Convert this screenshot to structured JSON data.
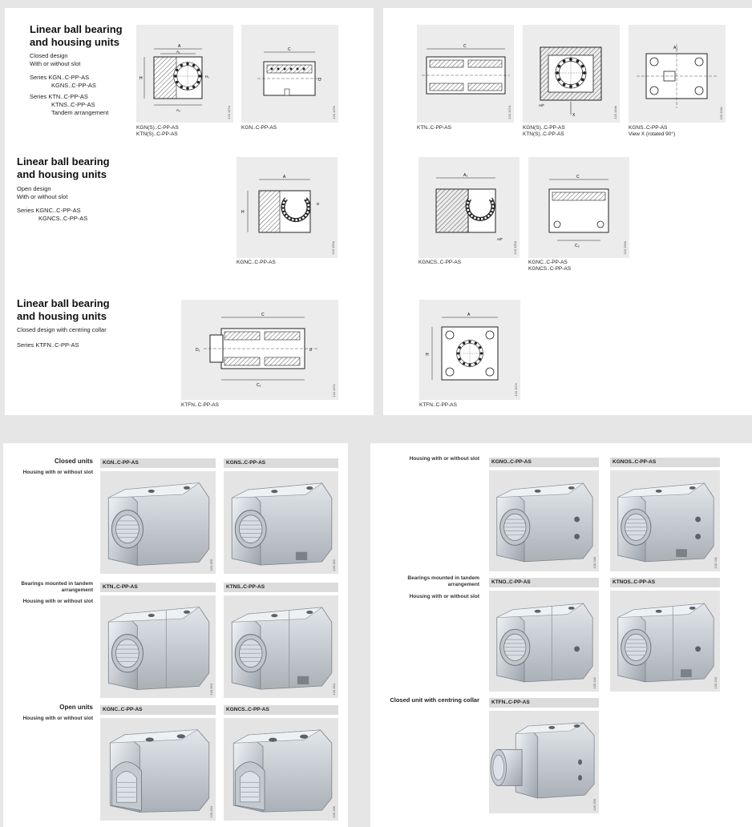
{
  "catalog_top_left": {
    "section1": {
      "title_line1": "Linear ball bearing",
      "title_line2": "and housing units",
      "desc_line1": "Closed design",
      "desc_line2": "With or without slot",
      "series_line1": "Series  KGN..C-PP-AS",
      "series_line2": "KGNS..C-PP-AS",
      "series_line3": "Series  KTN..C-PP-AS",
      "series_line4": "KTNS..C-PP-AS",
      "series_line5": "Tandem arrangement",
      "fig1_caption_line1": "KGN(S)..C-PP-AS",
      "fig1_caption_line2": "KTN(S)..C-PP-AS",
      "fig2_caption": "KGN..C-PP-AS",
      "fig1_id": "120 157a",
      "fig2_id": "120 157b"
    },
    "section2": {
      "title_line1": "Linear ball bearing",
      "title_line2": "and housing units",
      "desc_line1": "Open design",
      "desc_line2": "With or without slot",
      "series_line1": "Series  KGNC..C-PP-AS",
      "series_line2": "KGNCS..C-PP-AS",
      "fig_caption": "KGNC..C-PP-AS",
      "fig_id": "120 155a"
    },
    "section3": {
      "title_line1": "Linear ball bearing",
      "title_line2": "and housing units",
      "desc_line1": "Closed design with centring collar",
      "series_line1": "Series  KTFN..C-PP-AS",
      "fig_caption": "KTFN..C-PP-AS",
      "fig_id": "120 157c"
    }
  },
  "catalog_top_right": {
    "fig1_caption": "KTN..C-PP-AS",
    "fig2_caption_line1": "KGN(S)..C-PP-AS",
    "fig2_caption_line2": "KTN(S)..C-PP-AS",
    "fig3_caption_line1": "KGNS..C-PP-AS",
    "fig3_caption_line2": "View X (rotated 90°)",
    "fig4_caption": "KGNCS..C-PP-AS",
    "fig5_caption_line1": "KGNC..C-PP-AS",
    "fig5_caption_line2": "KGNCS..C-PP-AS",
    "fig6_caption": "KTFN..C-PP-AS",
    "ids": [
      "120 157d",
      "120 154b",
      "120 156c",
      "120 155d",
      "120 155b",
      "120 157e"
    ]
  },
  "catalog_bottom_left": {
    "group1_title": "Closed units",
    "group1_sub": "Housing with or without slot",
    "group2_title_line1": "Bearings mounted in tandem",
    "group2_title_line2": "arrangement",
    "group2_sub": "Housing with or without slot",
    "group3_title": "Open units",
    "group3_sub": "Housing with or without slot",
    "products": [
      {
        "label": "KGN..C-PP-AS",
        "id": "120 250"
      },
      {
        "label": "KGNS..C-PP-AS",
        "id": "120 252"
      },
      {
        "label": "KTN..C-PP-AS",
        "id": "120 253"
      },
      {
        "label": "KTNS..C-PP-AS",
        "id": "120 254"
      },
      {
        "label": "KGNC..C-PP-AS",
        "id": "120 264"
      },
      {
        "label": "KGNCS..C-PP-AS",
        "id": "120 265"
      }
    ]
  },
  "catalog_bottom_right": {
    "group1_sub": "Housing with or without slot",
    "group2_title_line1": "Bearings mounted in tandem",
    "group2_title_line2": "arrangement",
    "group2_sub": "Housing with or without slot",
    "group3_title": "Closed unit with centring collar",
    "products": [
      {
        "label": "KGNO..C-PP-AS",
        "id": "120 240"
      },
      {
        "label": "KGNOS..C-PP-AS",
        "id": "120 241"
      },
      {
        "label": "KTNO..C-PP-AS",
        "id": "120 242"
      },
      {
        "label": "KTNOS..C-PP-AS",
        "id": "120 243"
      },
      {
        "label": "KTFN..C-PP-AS",
        "id": "120 255"
      }
    ]
  }
}
